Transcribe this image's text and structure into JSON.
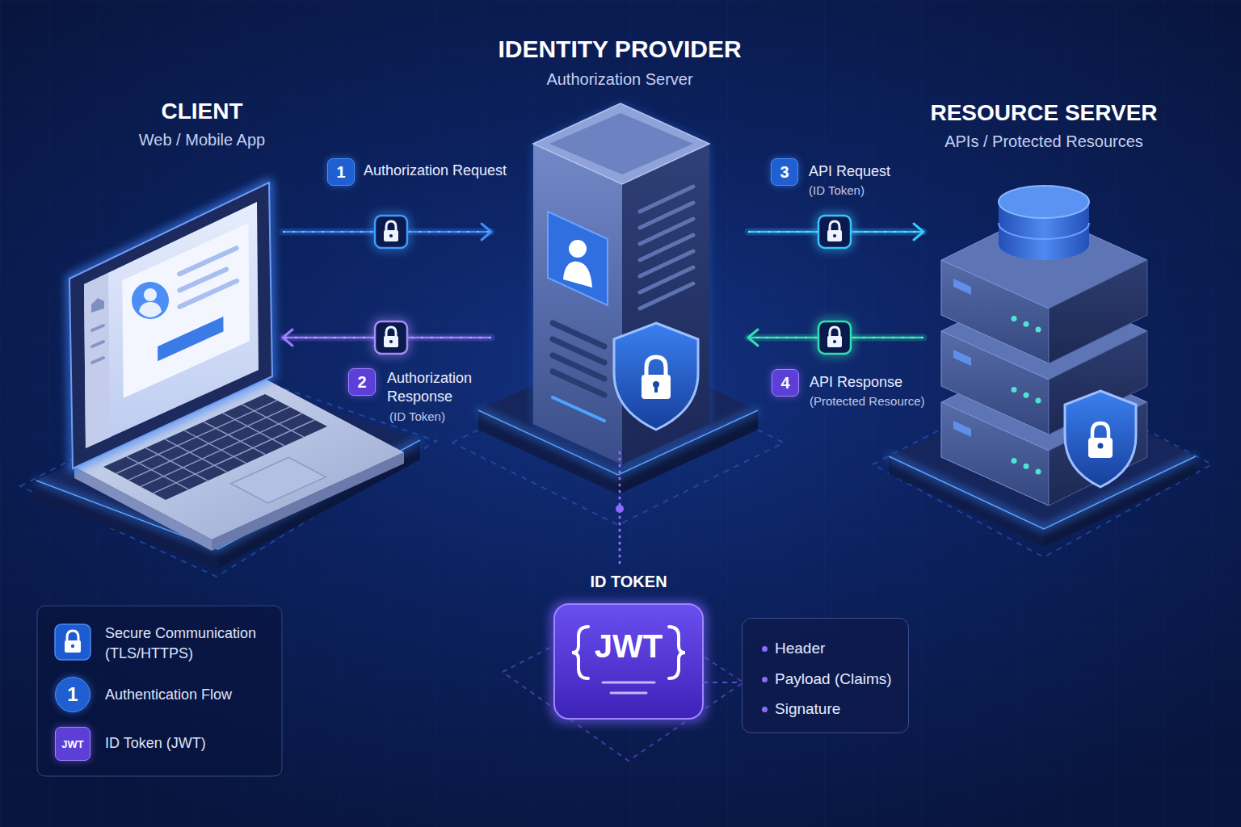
{
  "diagram": {
    "nodes": [
      {
        "text": [
          "CLIENT",
          "Web / Mobile App"
        ]
      },
      {
        "text": [
          "IDENTITY PROVIDER",
          "Authorization Server"
        ]
      },
      {
        "text": [
          "RESOURCE SERVER",
          "APIs / Protected Resources"
        ]
      },
      {
        "text": [
          "ID TOKEN",
          "JWT"
        ]
      },
      {
        "text": [
          "Header",
          "Payload (Claims)",
          "Signature"
        ]
      }
    ],
    "edges": [
      {
        "from": 0,
        "to": 1,
        "arrow": "to",
        "label": "Authorization Request"
      },
      {
        "from": 1,
        "to": 0,
        "arrow": "to",
        "label": "Authorization Response"
      },
      {
        "from": 1,
        "to": 2,
        "arrow": "to",
        "label": "API Request"
      },
      {
        "from": 2,
        "to": 1,
        "arrow": "to",
        "label": "API Response"
      },
      {
        "from": 1,
        "to": 3,
        "arrow": "none"
      },
      {
        "from": 3,
        "to": 4,
        "arrow": "none"
      }
    ],
    "labels": [
      "1",
      "2",
      "(ID Token)",
      "3",
      "(ID Token)",
      "4",
      "(Protected Resource)",
      "1",
      "JWT"
    ],
    "legend": [
      {
        "text": "Secure Communication (TLS/HTTPS)"
      },
      {
        "text": "Authentication Flow"
      },
      {
        "text": "ID Token (JWT)"
      }
    ]
  }
}
